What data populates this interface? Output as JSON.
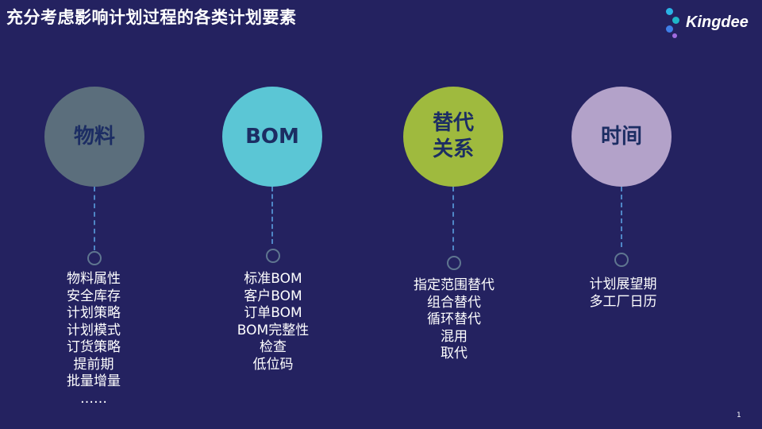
{
  "slide": {
    "title": "充分考虑影响计划过程的各类计划要素",
    "page_number": "1"
  },
  "logo": {
    "text": "Kingdee"
  },
  "colors": {
    "background": "#242260",
    "material": "#5b6e7c",
    "bom": "#5bc6d5",
    "substitute": "#9fba3e",
    "time": "#b3a2c9",
    "circle_text": "#1c2d63"
  },
  "elements": [
    {
      "lines": [
        "物料"
      ],
      "items": [
        "物料属性",
        "安全库存",
        "计划策略",
        "计划模式",
        "订货策略",
        "提前期",
        "批量增量",
        "……"
      ]
    },
    {
      "lines": [
        "BOM"
      ],
      "items": [
        "标准BOM",
        "客户BOM",
        "订单BOM",
        "BOM完整性",
        "检查",
        "低位码"
      ]
    },
    {
      "lines": [
        "替代",
        "关系"
      ],
      "items": [
        "指定范围替代",
        "组合替代",
        "循环替代",
        "混用",
        "取代"
      ]
    },
    {
      "lines": [
        "时间"
      ],
      "items": [
        "计划展望期",
        "多工厂日历"
      ]
    }
  ]
}
